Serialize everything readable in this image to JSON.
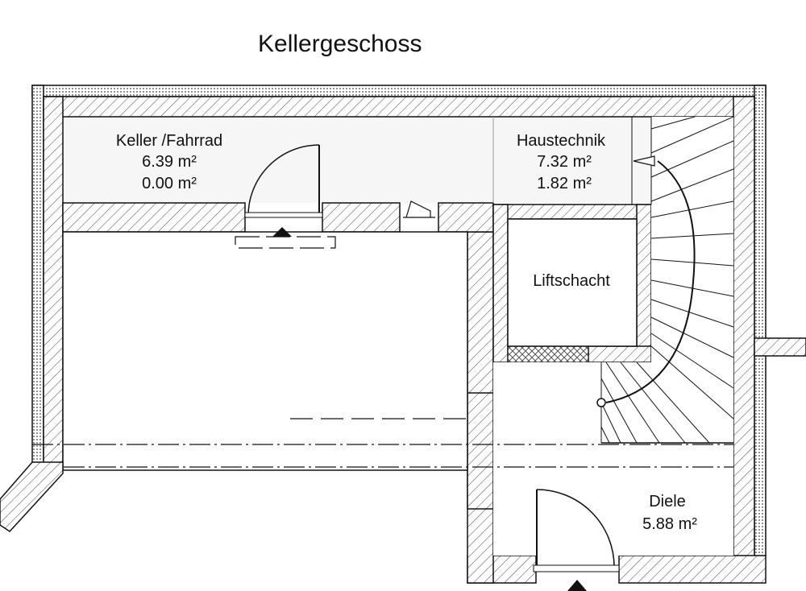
{
  "title": "Kellergeschoss",
  "rooms": [
    {
      "name": "Keller /Fahrrad",
      "area": "6.39 m²",
      "area2": "0.00 m²"
    },
    {
      "name": "Haustechnik",
      "area": "7.32 m²",
      "area2": "1.82 m²"
    },
    {
      "name": "Liftschacht"
    },
    {
      "name": "Diele",
      "area": "5.88 m²"
    }
  ],
  "colors": {
    "line": "#111111",
    "hatch": "#555555",
    "room_fill": "#f5f6f5"
  }
}
